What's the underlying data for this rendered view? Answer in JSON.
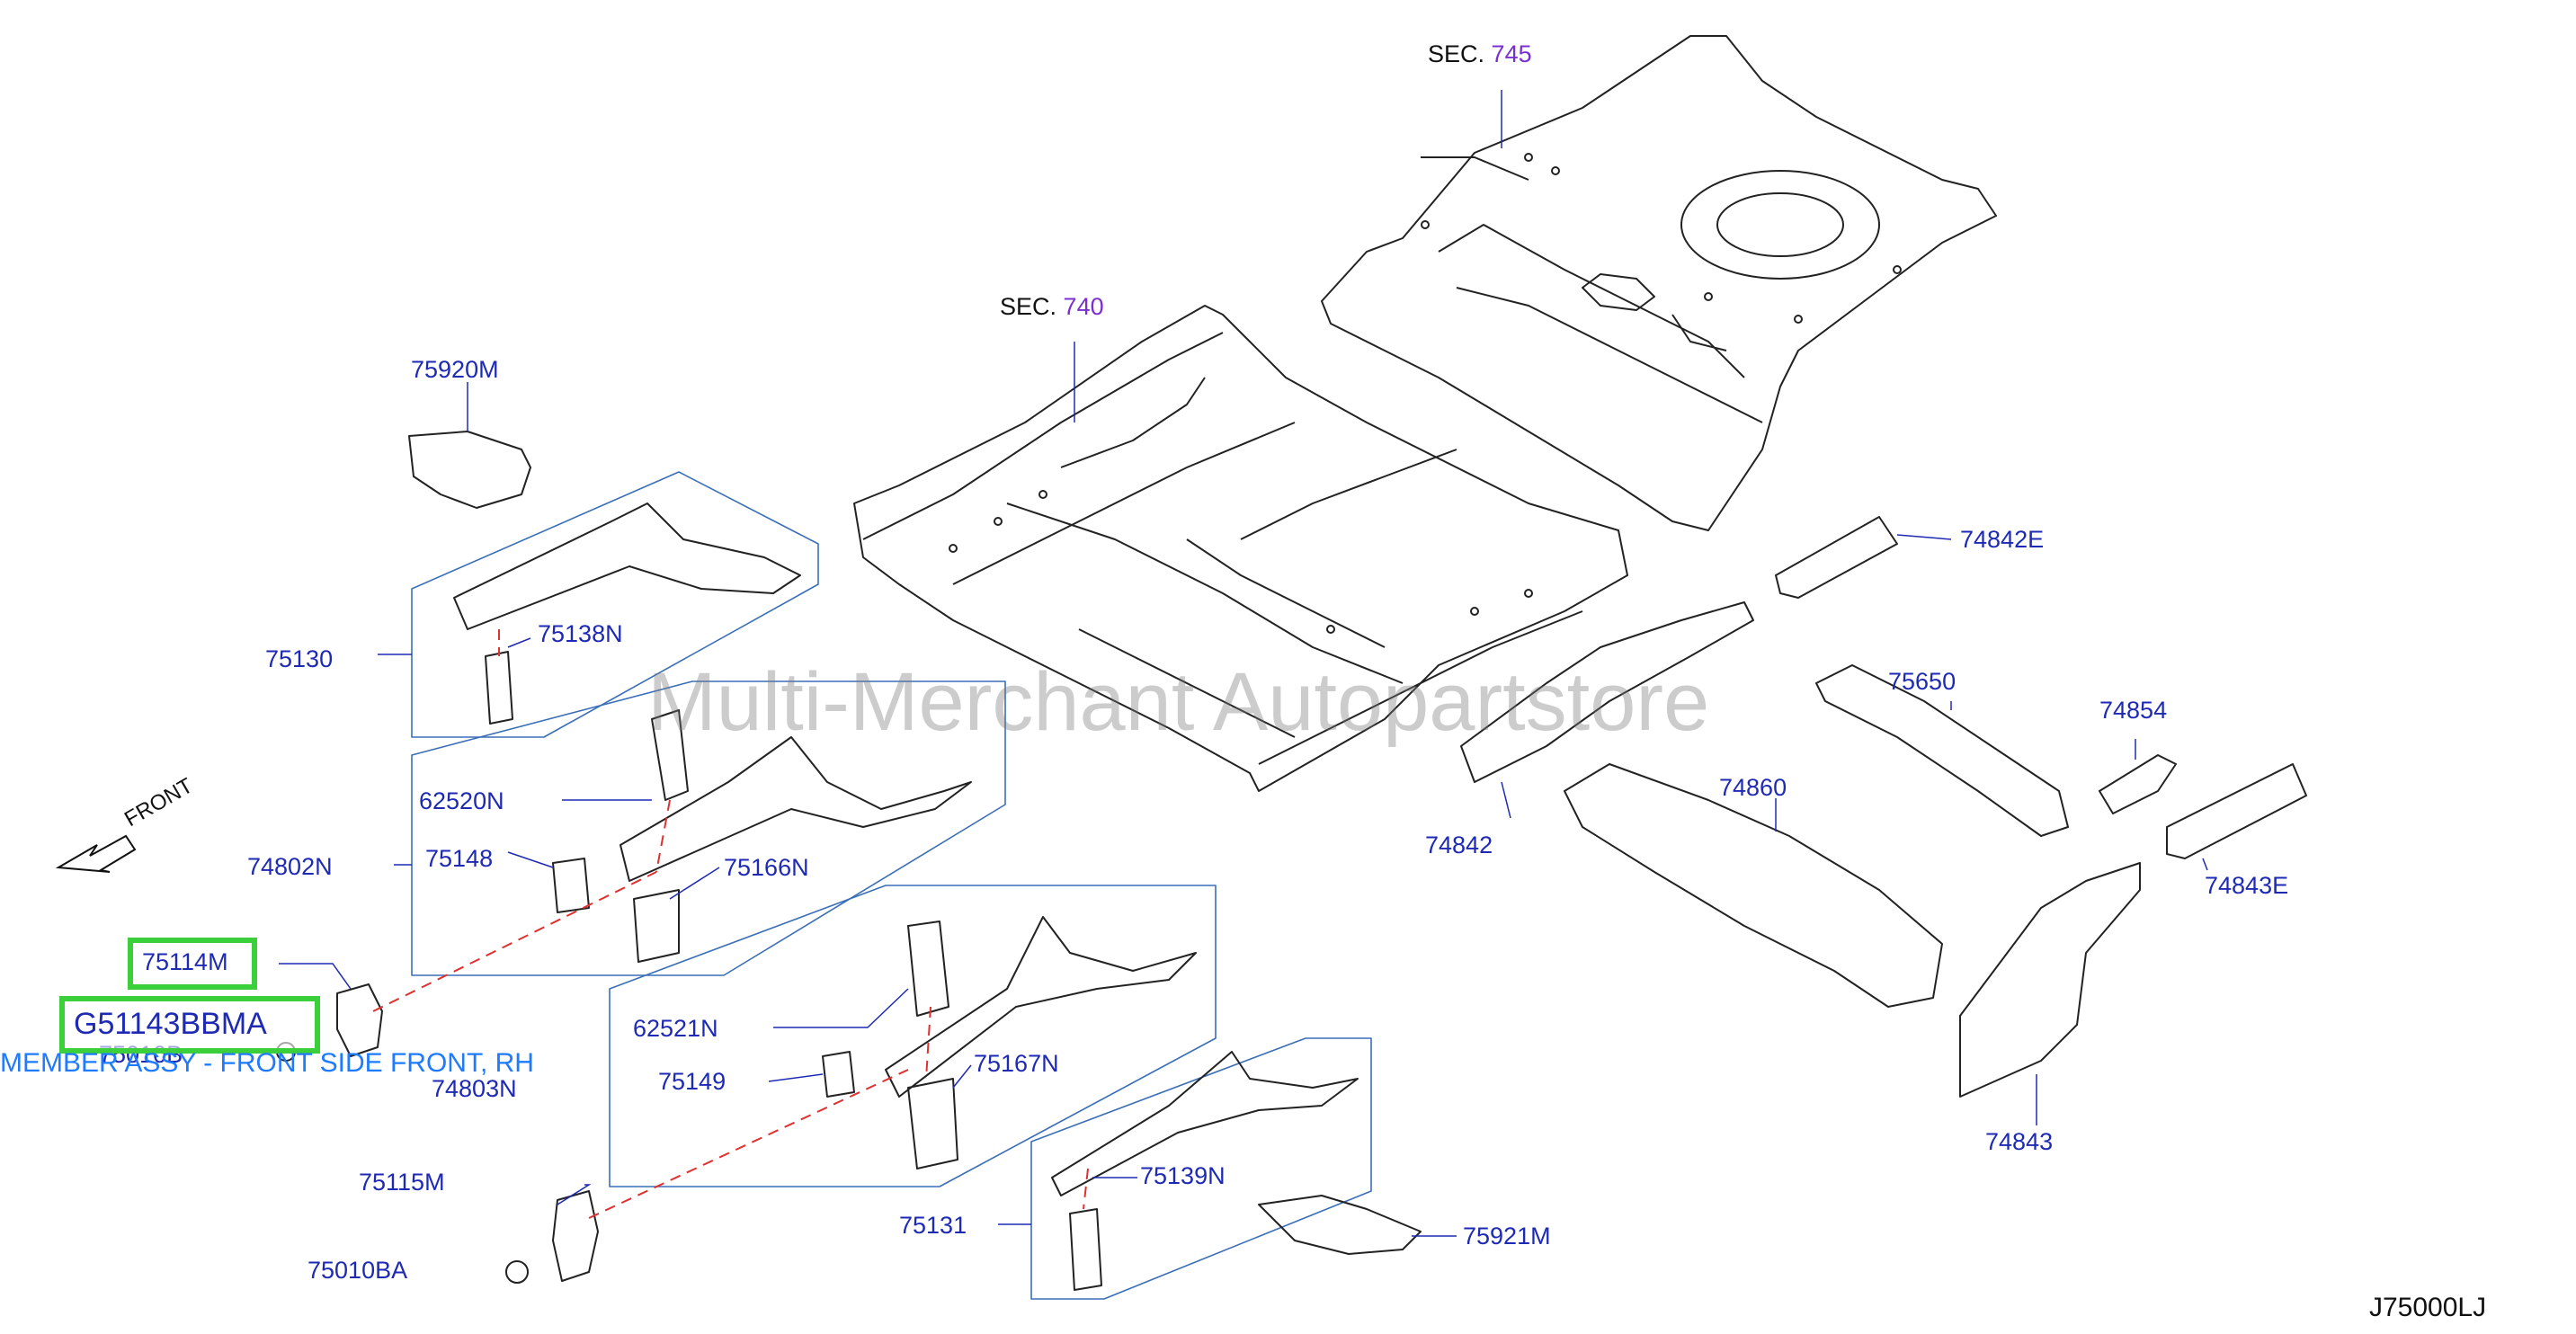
{
  "sections": [
    {
      "prefix": "SEC.",
      "number": "745"
    },
    {
      "prefix": "SEC.",
      "number": "740"
    }
  ],
  "parts": {
    "p75920M": "75920M",
    "p75130": "75130",
    "p75138N": "75138N",
    "p62520N": "62520N",
    "p74802N": "74802N",
    "p75148": "75148",
    "p75166N": "75166N",
    "p75010B": "75010B",
    "p62521N": "62521N",
    "p74803N": "74803N",
    "p75149": "75149",
    "p75167N": "75167N",
    "p75115M": "75115M",
    "p75010BA": "75010BA",
    "p75131": "75131",
    "p75139N": "75139N",
    "p75921M": "75921M",
    "p74842E": "74842E",
    "p75650": "75650",
    "p74854": "74854",
    "p74842": "74842",
    "p74860": "74860",
    "p74843E": "74843E",
    "p74843": "74843"
  },
  "highlights": {
    "part_ref": "75114M",
    "part_number": "G51143BBMA"
  },
  "selected_description": "MEMBER ASSY - FRONT SIDE FRONT, RH",
  "front_label": "FRONT",
  "watermark": "Multi-Merchant Autopartstore",
  "diagram_code": "J75000LJ",
  "colors": {
    "label": "#1e2ab4",
    "section_number": "#7b2fd0",
    "highlight_border": "#3ccf3c",
    "description": "#1e7bff",
    "leader_dash": "#e03030"
  }
}
